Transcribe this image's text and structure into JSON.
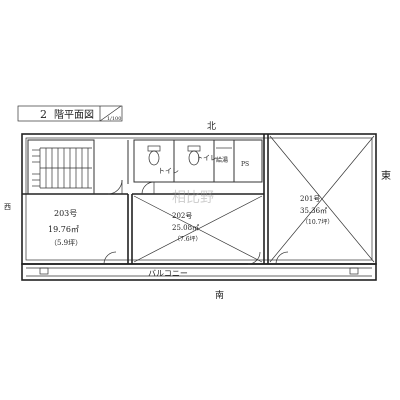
{
  "title_box": {
    "floor_label": "2",
    "title": "階平面図",
    "scale": "1/100"
  },
  "compass": {
    "north": "北",
    "south": "南",
    "east": "東",
    "west": "西"
  },
  "rooms": [
    {
      "name": "203号",
      "area": "19.76㎡",
      "tsubo": "（5.9坪）"
    },
    {
      "name": "202号",
      "area": "25.08㎡",
      "tsubo": "（7.6坪）"
    },
    {
      "name": "201号",
      "area": "35.36㎡",
      "tsubo": "（10.7坪）"
    }
  ],
  "facilities": {
    "toilet_1": "トイレ",
    "toilet_2": "トイレ",
    "kyutoshitsu": "給湯",
    "ps": "PS"
  },
  "balcony": "バルコニー",
  "watermark": "相比野"
}
